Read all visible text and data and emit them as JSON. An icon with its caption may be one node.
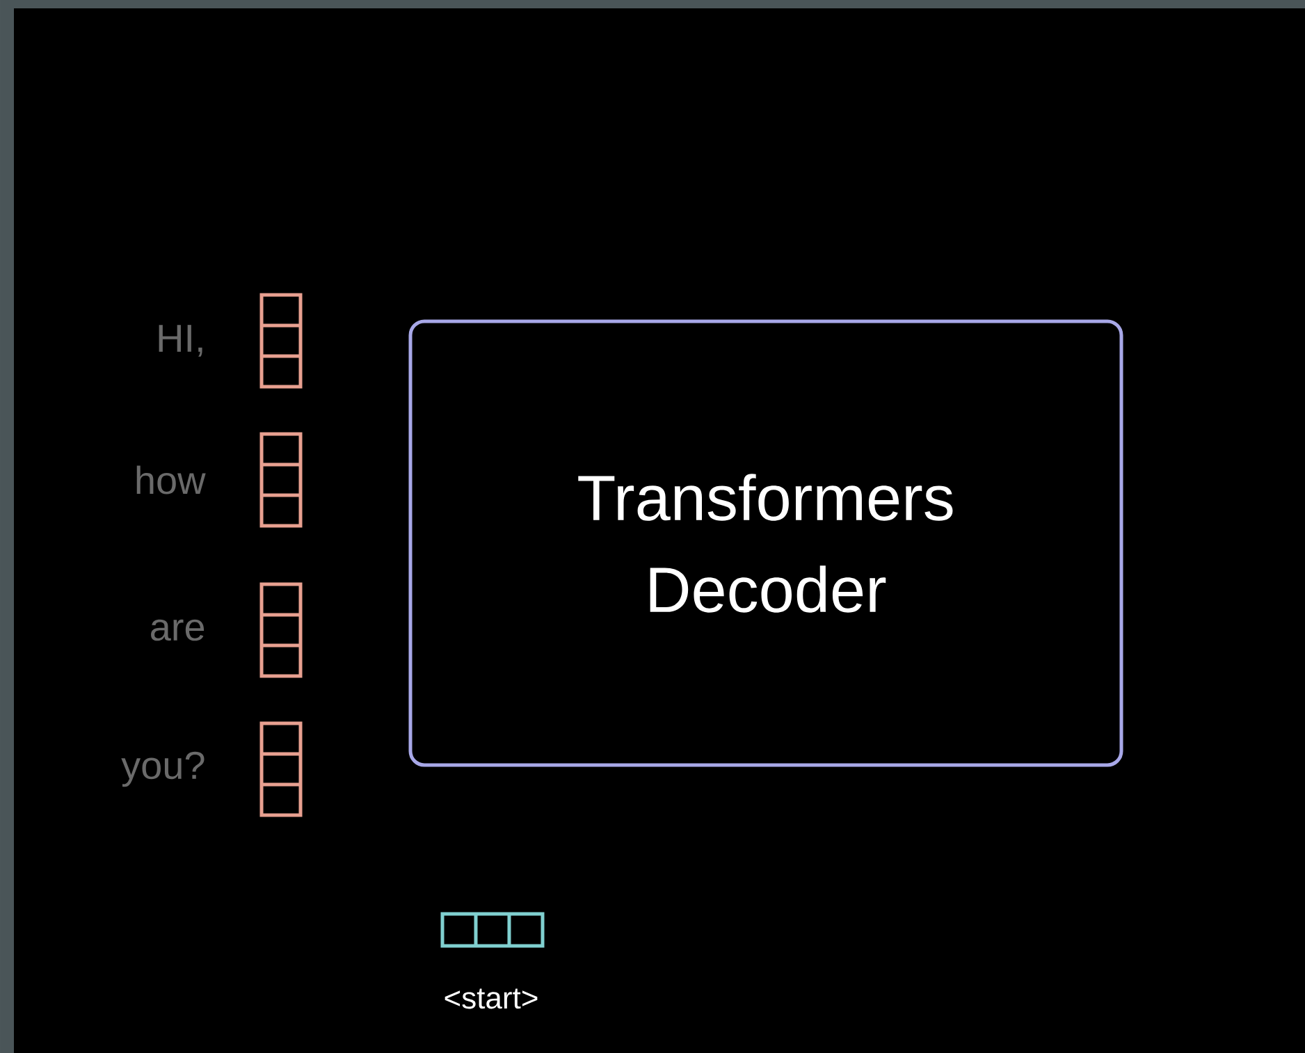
{
  "diagram": {
    "nodes": [
      {
        "text": [
          "Transformers Decoder"
        ]
      }
    ],
    "labels": [
      "HI,",
      "how",
      "are",
      "you?",
      "<start>"
    ]
  }
}
